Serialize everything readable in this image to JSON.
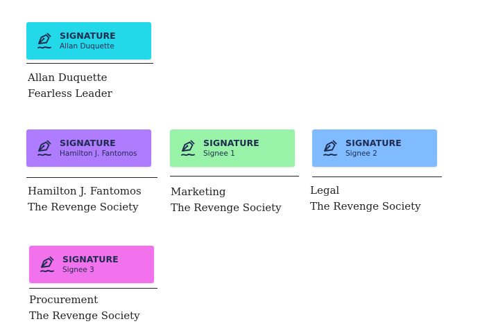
{
  "signature_blocks": [
    {
      "tag_title": "SIGNATURE",
      "tag_subtitle": "Allan Duquette",
      "name": "Allan Duquette",
      "organization": "Fearless Leader",
      "tag_color": "#22d8e9",
      "icon": "pen-nib-icon"
    },
    {
      "tag_title": "SIGNATURE",
      "tag_subtitle": "Hamilton J. Fantomos",
      "name": "Hamilton J. Fantomos",
      "organization": "The Revenge Society",
      "tag_color": "#b07cff",
      "icon": "pen-nib-icon"
    },
    {
      "tag_title": "SIGNATURE",
      "tag_subtitle": "Signee 1",
      "name": "Marketing",
      "organization": "The Revenge Society",
      "tag_color": "#98f2a8",
      "icon": "pen-nib-icon"
    },
    {
      "tag_title": "SIGNATURE",
      "tag_subtitle": "Signee 2",
      "name": "Legal",
      "organization": "The Revenge Society",
      "tag_color": "#80baff",
      "icon": "pen-nib-icon"
    },
    {
      "tag_title": "SIGNATURE",
      "tag_subtitle": "Signee 3",
      "name": "Procurement",
      "organization": "The Revenge Society",
      "tag_color": "#f272ed",
      "icon": "pen-nib-icon"
    }
  ]
}
